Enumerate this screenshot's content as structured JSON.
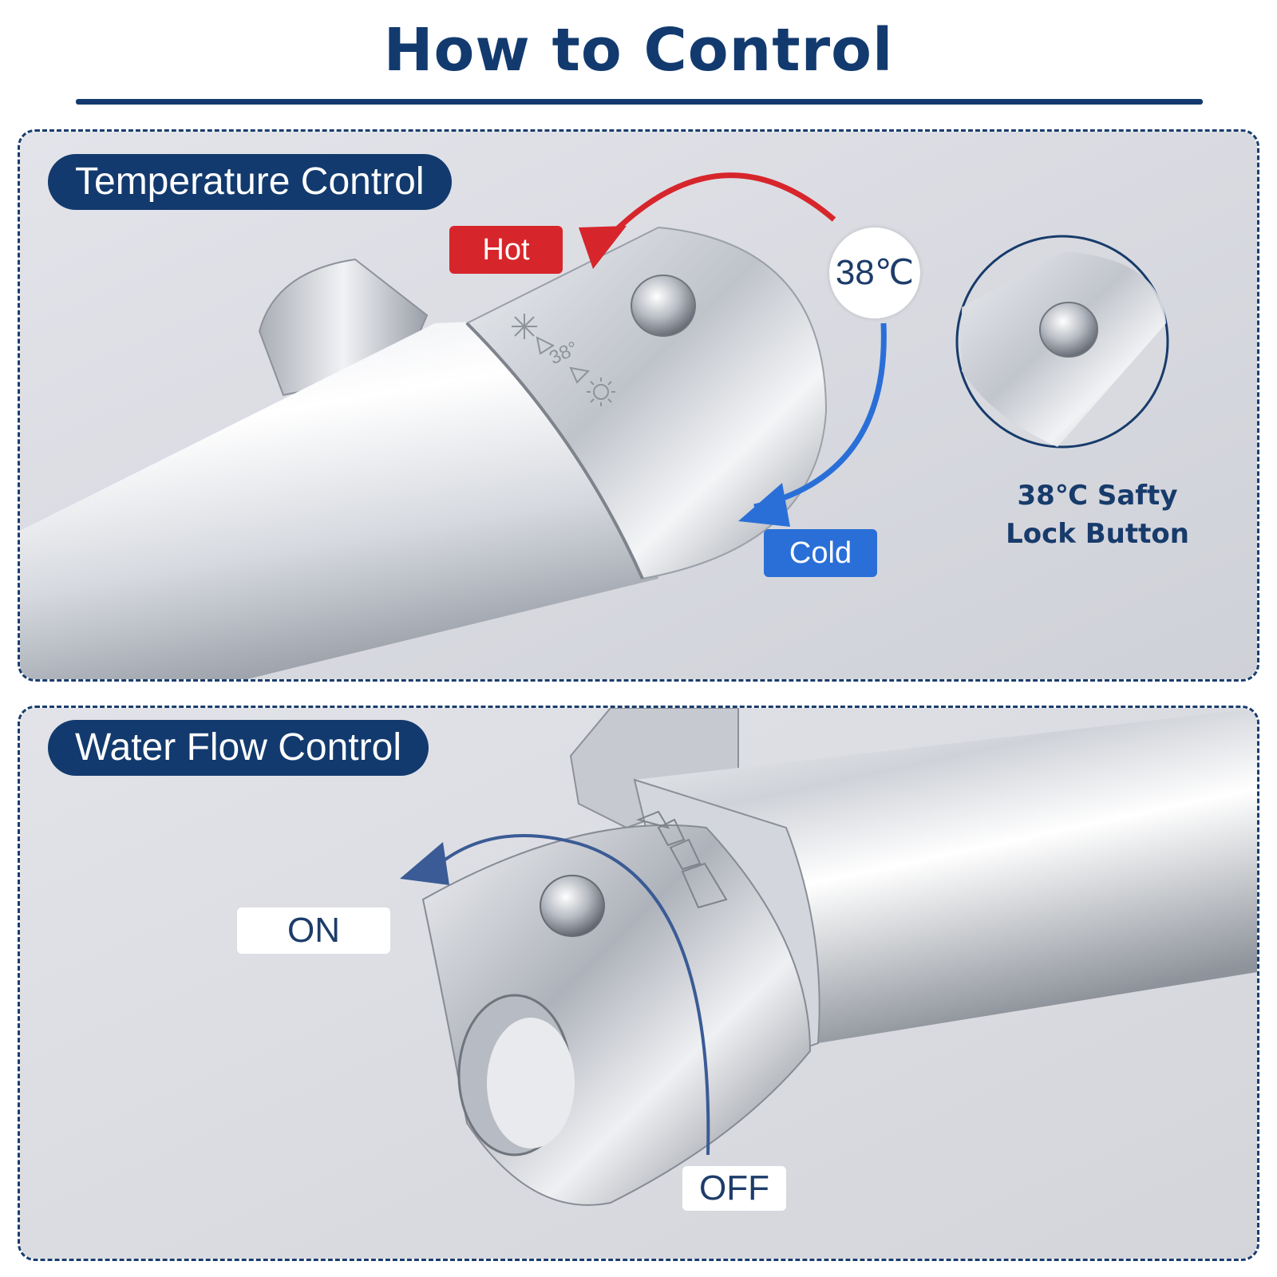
{
  "header": {
    "title": "How to Control"
  },
  "temperature_panel": {
    "label": "Temperature Control",
    "hot_label": "Hot",
    "cold_label": "Cold",
    "temp_badge": "38℃",
    "dial_marking": "38°",
    "lock_caption_line1": "38℃ Safty",
    "lock_caption_line2": "Lock Button"
  },
  "flow_panel": {
    "label": "Water Flow Control",
    "on_label": "ON",
    "off_label": "OFF"
  },
  "colors": {
    "navy": "#123a6e",
    "hot_red": "#d6262b",
    "cold_blue": "#2a6fd8",
    "flow_arrow": "#3a5b95",
    "chrome": "#c9ccd3"
  },
  "icons": [
    "snowflake-icon",
    "sun-icon",
    "arrow-counterclockwise-icon",
    "water-flow-scale-icon"
  ]
}
